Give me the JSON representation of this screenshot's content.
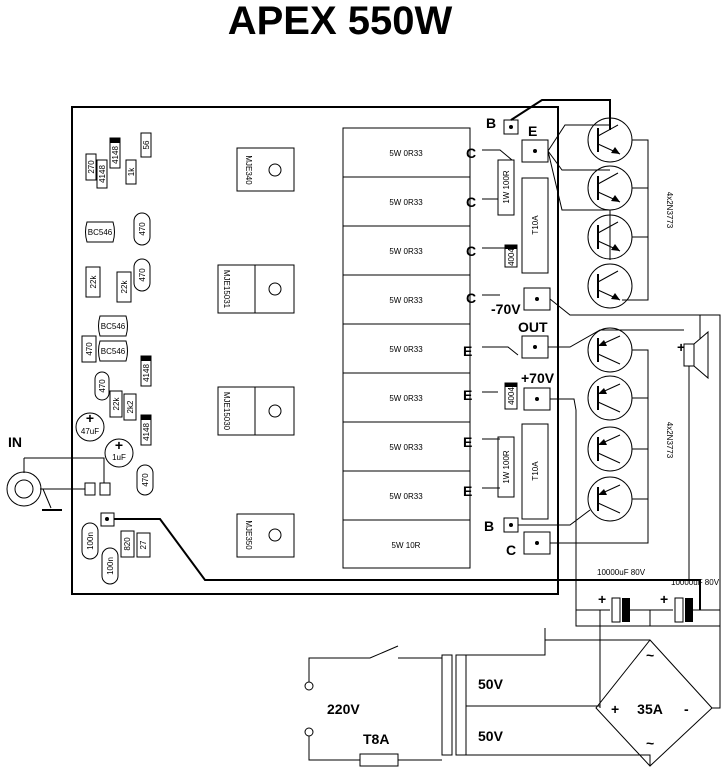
{
  "title": "APEX 550W",
  "terminals": {
    "b_top": "B",
    "e_top": "E",
    "c1": "C",
    "c2": "C",
    "c3": "C",
    "c4": "C",
    "neg70": "-70V",
    "out": "OUT",
    "pos70": "+70V",
    "e1": "E",
    "e2": "E",
    "e3": "E",
    "e4": "E",
    "b_bot": "B",
    "c_bot": "C",
    "in": "IN"
  },
  "resistors_power": [
    "5W 0R33",
    "5W 0R33",
    "5W 0R33",
    "5W 0R33",
    "5W 0R33",
    "5W 0R33",
    "5W 0R33",
    "5W 0R33",
    "5W 10R"
  ],
  "transistors": {
    "mje340": "MJE340",
    "mje15031": "MJE15031",
    "mje15030": "MJE15030",
    "mje350": "MJE350",
    "top_group": "4x2N3773",
    "bottom_group": "4x2N3773"
  },
  "small_parts": {
    "r270": "270",
    "d4148a": "4148",
    "d4148b": "4148",
    "r56": "56",
    "r1k": "1k",
    "bc546a": "BC546",
    "r470a": "470",
    "r22ka": "22k",
    "r22kb": "22k",
    "r470b": "470",
    "bc546b": "BC546",
    "bc546c": "BC546",
    "r470c": "470",
    "r470d": "470",
    "d4148c": "4148",
    "r22kc": "22k",
    "r2k2": "2k2",
    "d4148d": "4148",
    "c47uf": "47uF",
    "c1uf": "1uF",
    "r470e": "470",
    "c100na": "100n",
    "c100nb": "100n",
    "r820": "820",
    "r27": "27",
    "w100r_top": "1W 100R",
    "t10a_top": "T10A",
    "d4004_top": "4004",
    "w100r_bot": "1W 100R",
    "t10a_bot": "T10A",
    "d4004_bot": "4004"
  },
  "power_supply": {
    "cap_left": "10000uF 80V",
    "cap_right": "10000uF 80V",
    "plus_a": "+",
    "plus_b": "+",
    "plus_c": "+",
    "mains": "220V",
    "fuse": "T8A",
    "sec1": "50V",
    "sec2": "50V",
    "bridge": "35A",
    "bridge_plus": "+",
    "bridge_minus": "-",
    "bridge_ac1": "~",
    "bridge_ac2": "~"
  }
}
